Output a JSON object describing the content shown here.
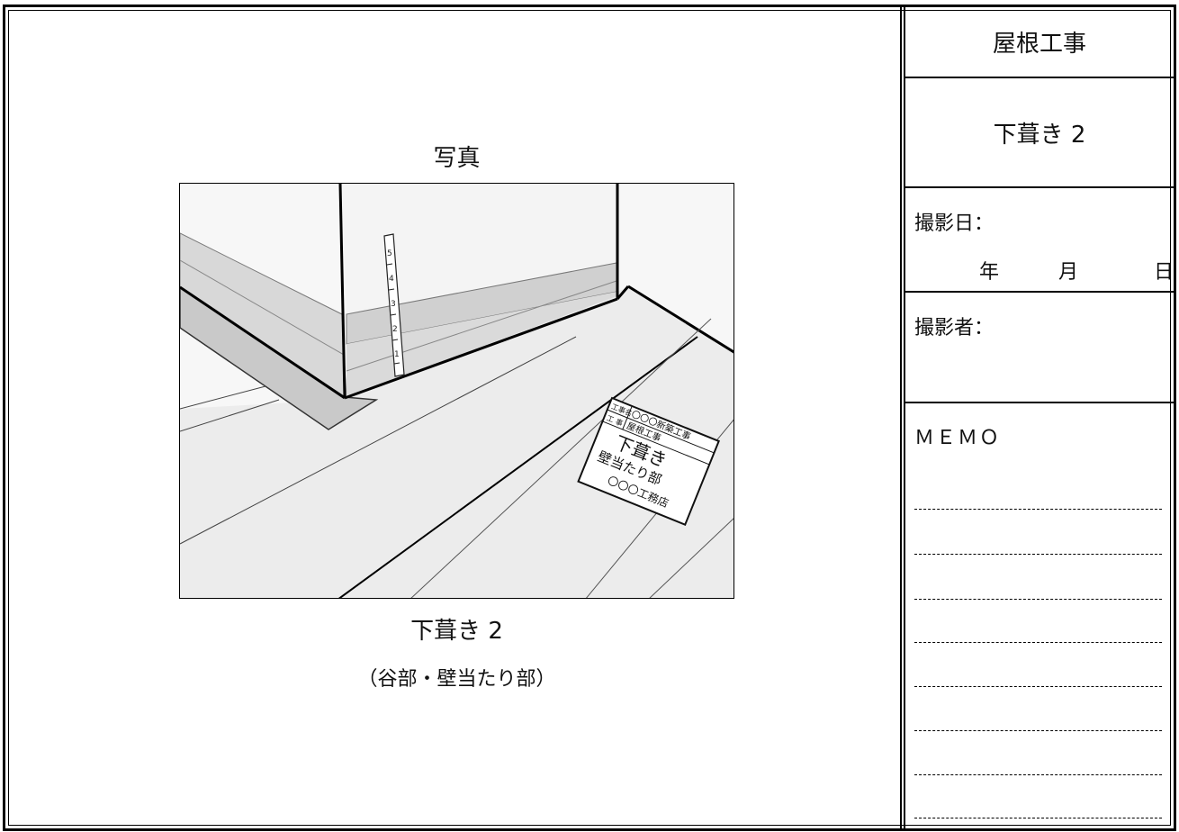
{
  "category": "屋根工事",
  "item_title": "下葺き 2",
  "photo": {
    "heading": "写真",
    "caption_title": "下葺き 2",
    "caption_sub": "（谷部・壁当たり部）"
  },
  "board": {
    "label_project": "工事名",
    "project": "〇〇〇新築工事",
    "label_work": "工 事",
    "work": "屋根工事",
    "main": "下葺き",
    "sub": "壁当たり部",
    "company": "〇〇〇工務店"
  },
  "ruler": {
    "ticks": [
      "5",
      "4",
      "3",
      "2",
      "1"
    ]
  },
  "shoot_date": {
    "label": "撮影日：",
    "year": "年",
    "month": "月",
    "day": "日"
  },
  "photographer": {
    "label": "撮影者："
  },
  "memo": {
    "label": "ＭＥＭＯ"
  }
}
